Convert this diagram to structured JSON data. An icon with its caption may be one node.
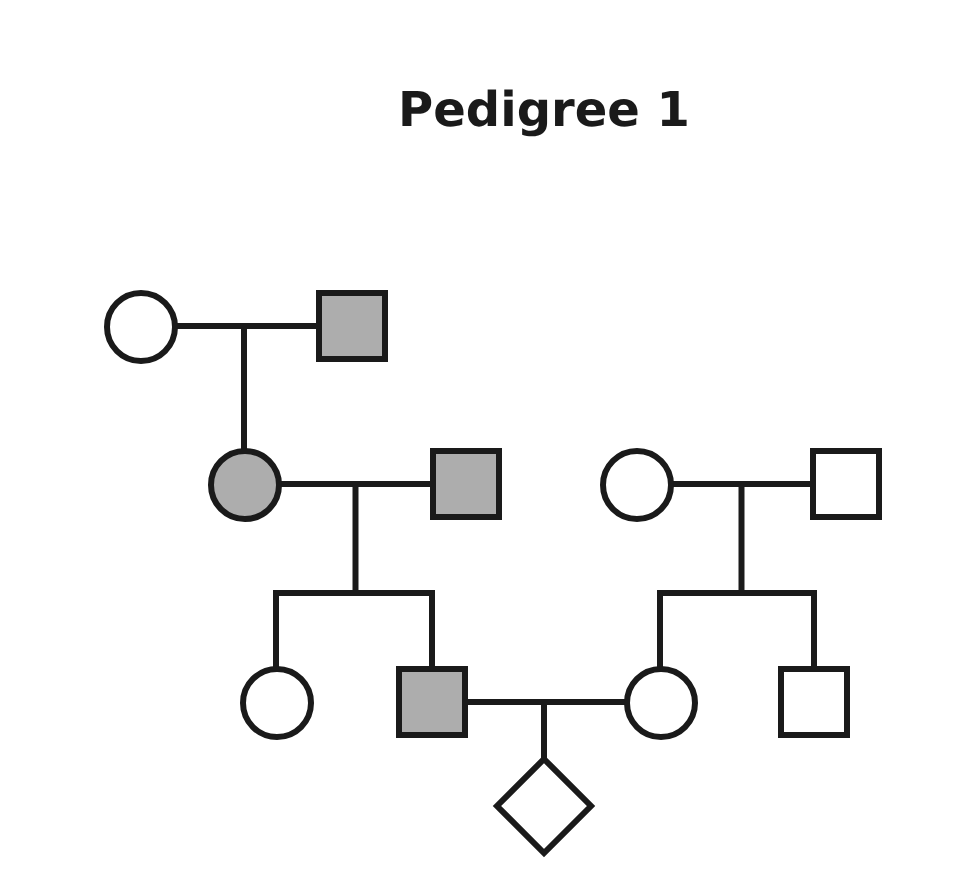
{
  "diagram": {
    "title": "Pedigree 1",
    "nodes": [
      {
        "text": [],
        "shape": "circle"
      },
      {
        "text": [],
        "shape": "square"
      },
      {
        "text": [],
        "shape": "circle"
      },
      {
        "text": [],
        "shape": "square"
      },
      {
        "text": [],
        "shape": "circle"
      },
      {
        "text": [],
        "shape": "square"
      },
      {
        "text": [],
        "shape": "circle"
      },
      {
        "text": [],
        "shape": "square"
      },
      {
        "text": [],
        "shape": "circle"
      },
      {
        "text": [],
        "shape": "square"
      },
      {
        "text": [],
        "shape": "diamond"
      }
    ],
    "edges": [
      {
        "from": 0,
        "to": 1,
        "arrow": "none"
      },
      {
        "from": 0,
        "to": 2,
        "arrow": "none"
      },
      {
        "from": 1,
        "to": 2,
        "arrow": "none"
      },
      {
        "from": 2,
        "to": 3,
        "arrow": "none"
      },
      {
        "from": 4,
        "to": 5,
        "arrow": "none"
      },
      {
        "from": 2,
        "to": 6,
        "arrow": "none"
      },
      {
        "from": 3,
        "to": 6,
        "arrow": "none"
      },
      {
        "from": 2,
        "to": 7,
        "arrow": "none"
      },
      {
        "from": 3,
        "to": 7,
        "arrow": "none"
      },
      {
        "from": 4,
        "to": 8,
        "arrow": "none"
      },
      {
        "from": 5,
        "to": 8,
        "arrow": "none"
      },
      {
        "from": 4,
        "to": 9,
        "arrow": "none"
      },
      {
        "from": 5,
        "to": 9,
        "arrow": "none"
      },
      {
        "from": 7,
        "to": 8,
        "arrow": "none"
      },
      {
        "from": 7,
        "to": 10,
        "arrow": "none"
      },
      {
        "from": 8,
        "to": 10,
        "arrow": "none"
      }
    ]
  }
}
